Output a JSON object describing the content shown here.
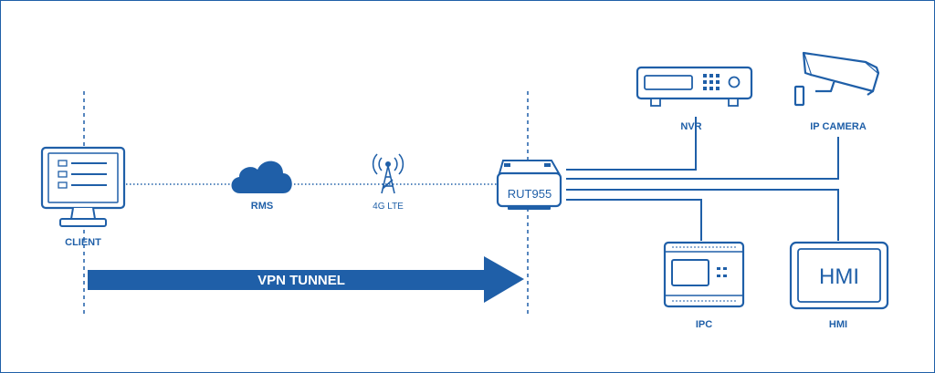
{
  "colors": {
    "primary": "#1f5fa8",
    "background": "#ffffff"
  },
  "nodes": {
    "client": {
      "label": "CLIENT",
      "icon": "computer-monitor-icon"
    },
    "rms": {
      "label": "RMS",
      "icon": "cloud-icon"
    },
    "lte": {
      "label": "4G LTE",
      "icon": "cell-tower-icon"
    },
    "router": {
      "label": "RUT955",
      "icon": "router-icon"
    },
    "nvr": {
      "label": "NVR",
      "icon": "nvr-recorder-icon"
    },
    "camera": {
      "label": "IP CAMERA",
      "icon": "ip-camera-icon"
    },
    "ipc": {
      "label": "IPC",
      "icon": "industrial-pc-icon"
    },
    "hmi": {
      "label": "HMI",
      "screen_text": "HMI",
      "icon": "hmi-panel-icon"
    }
  },
  "tunnel": {
    "label": "VPN TUNNEL"
  }
}
